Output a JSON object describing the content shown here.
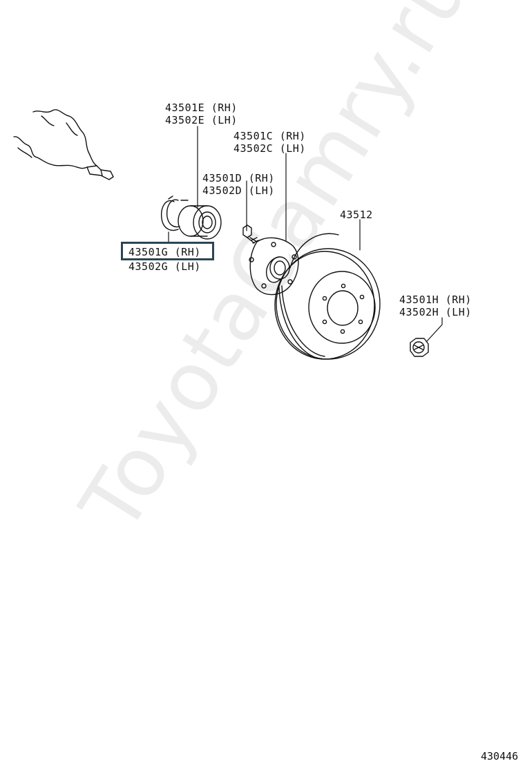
{
  "watermark": "ToyotaCamry.ru",
  "labels": {
    "e_rh": "43501E (RH)",
    "e_lh": "43502E (LH)",
    "c_rh": "43501C (RH)",
    "c_lh": "43502C (LH)",
    "d_rh": "43501D (RH)",
    "d_lh": "43502D (LH)",
    "disc": "43512",
    "g_rh": "43501G (RH)",
    "g_lh": "43502G (LH)",
    "h_rh": "43501H (RH)",
    "h_lh": "43502H (LH)"
  },
  "diagram_code": "430446"
}
